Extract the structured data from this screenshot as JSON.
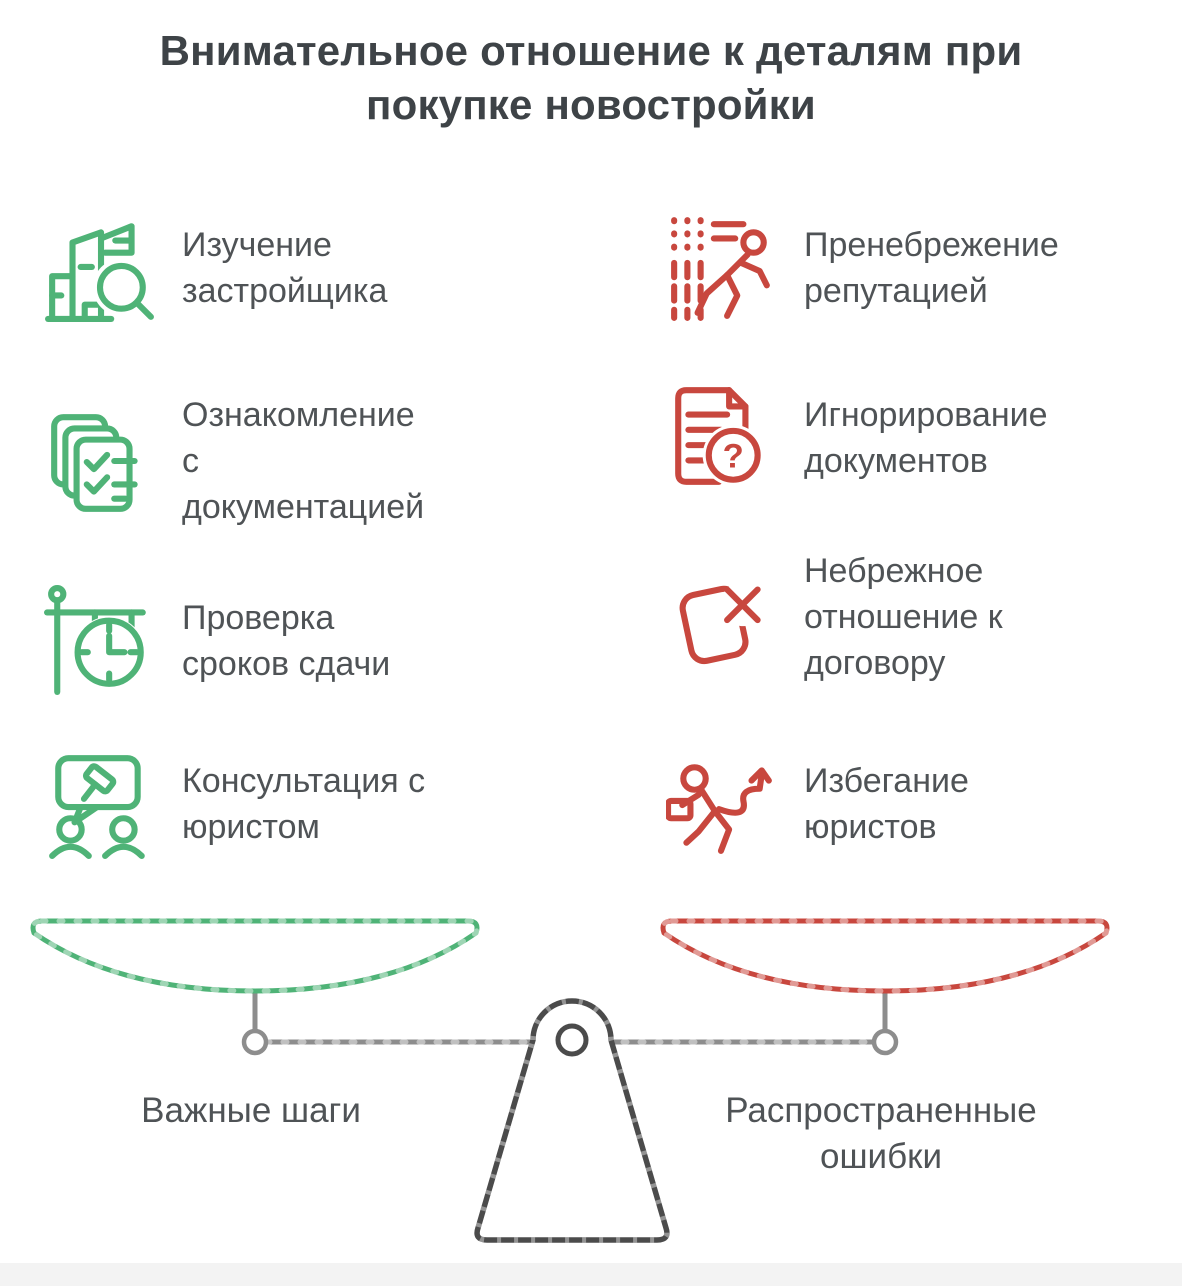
{
  "title": "Внимательное отношение к деталям при\nпокупке новостройки",
  "colors": {
    "green": "#4fb377",
    "red": "#c8473e",
    "title_text": "#3e4347",
    "body_text": "#4f5356",
    "beam_gray": "#8d8d8d",
    "fulcrum_gray": "#4b4b4b",
    "footer_strip": "#f3f3f3"
  },
  "columns": {
    "left": {
      "theme": "important-steps",
      "items": [
        {
          "icon": "developer-research-icon",
          "label": "Изучение\nзастройщика"
        },
        {
          "icon": "documents-checklist-icon",
          "label": "Ознакомление\nс\nдокументацией"
        },
        {
          "icon": "deadline-clock-icon",
          "label": "Проверка\nсроков сдачи"
        },
        {
          "icon": "lawyer-consultation-icon",
          "label": "Консультация с\nюристом"
        }
      ]
    },
    "right": {
      "theme": "common-mistakes",
      "items": [
        {
          "icon": "reputation-neglect-icon",
          "label": "Пренебрежение\nрепутацией"
        },
        {
          "icon": "document-question-icon",
          "label": "Игнорирование\nдокументов"
        },
        {
          "icon": "contract-cross-icon",
          "label": "Небрежное\nотношение к\nдоговору"
        },
        {
          "icon": "avoid-lawyers-icon",
          "label": "Избегание\nюристов"
        }
      ]
    }
  },
  "scale": {
    "left_pan_label": "Важные шаги",
    "right_pan_label": "Распространенные\nошибки"
  }
}
